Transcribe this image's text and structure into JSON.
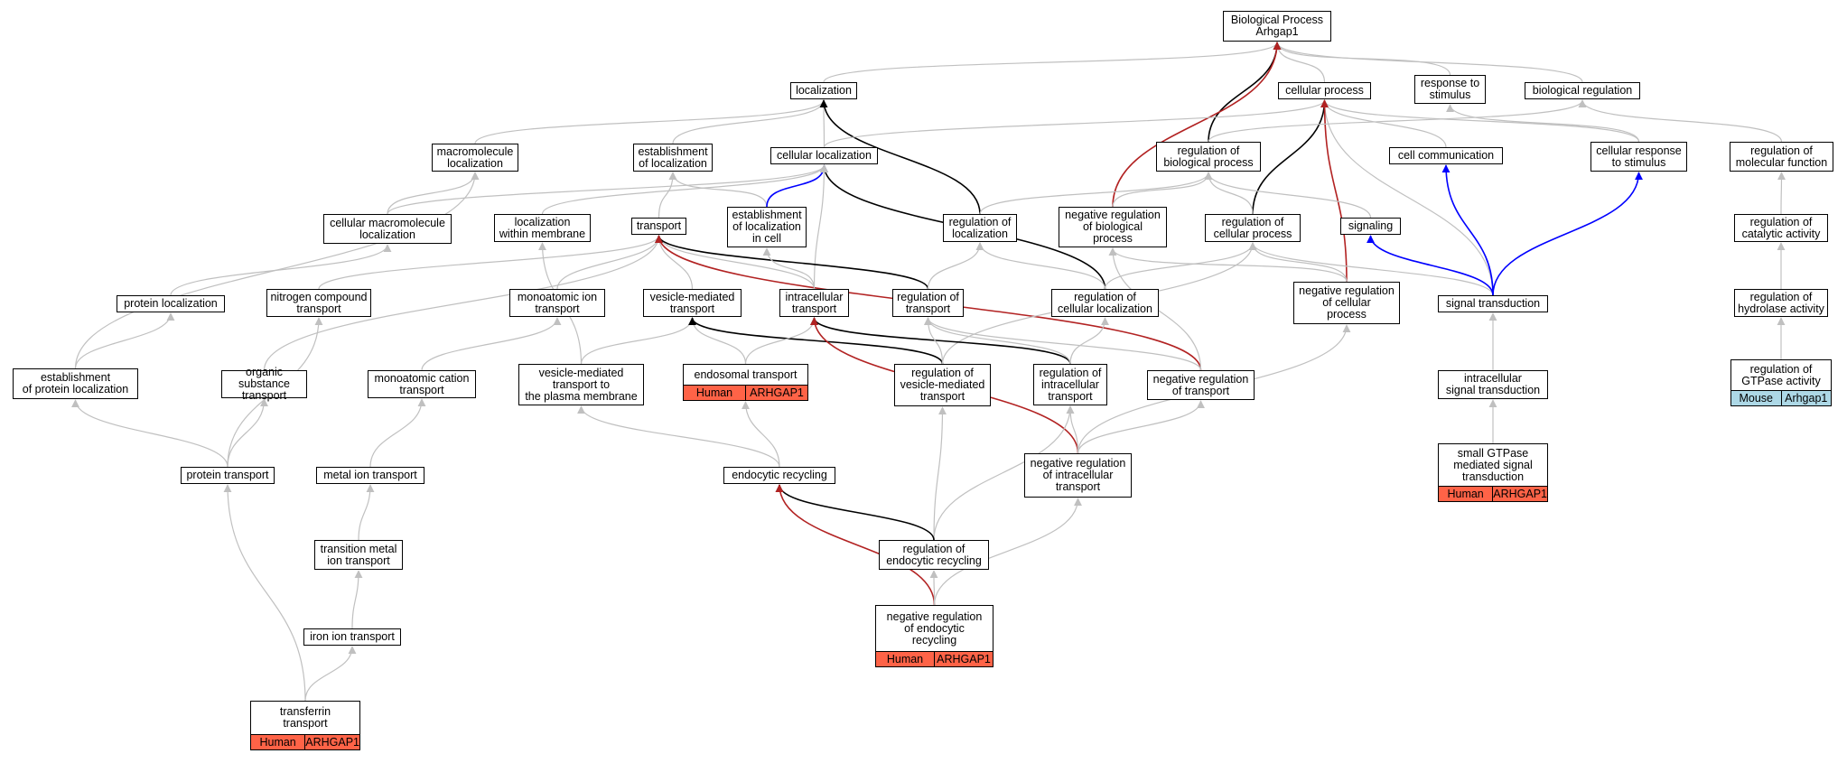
{
  "colors": {
    "grey_edge": "#c0c0c0",
    "black_edge": "#000000",
    "red_edge": "#b22222",
    "blue_edge": "#0000ff",
    "human_tag": "#ff6347",
    "mouse_tag": "#add8e6"
  },
  "nodes": [
    {
      "id": "bp",
      "label": "Biological Process\nArhgap1"
    },
    {
      "id": "loc",
      "label": "localization"
    },
    {
      "id": "cp",
      "label": "cellular process"
    },
    {
      "id": "rts",
      "label": "response to\nstimulus"
    },
    {
      "id": "breg",
      "label": "biological regulation"
    },
    {
      "id": "macloc",
      "label": "macromolecule\nlocalization"
    },
    {
      "id": "estloc",
      "label": "establishment\nof localization"
    },
    {
      "id": "cellloc",
      "label": "cellular localization"
    },
    {
      "id": "rbp",
      "label": "regulation of\nbiological process"
    },
    {
      "id": "cc",
      "label": "cell communication"
    },
    {
      "id": "crs",
      "label": "cellular response\nto stimulus"
    },
    {
      "id": "rmf",
      "label": "regulation of\nmolecular function"
    },
    {
      "id": "cmacloc",
      "label": "cellular macromolecule\nlocalization"
    },
    {
      "id": "locmem",
      "label": "localization\nwithin membrane"
    },
    {
      "id": "transport",
      "label": "transport"
    },
    {
      "id": "estcell",
      "label": "establishment\nof localization\nin cell"
    },
    {
      "id": "rloc",
      "label": "regulation of\nlocalization"
    },
    {
      "id": "nrbp",
      "label": "negative regulation\nof biological\nprocess"
    },
    {
      "id": "rcp",
      "label": "regulation of\ncellular process"
    },
    {
      "id": "signaling",
      "label": "signaling"
    },
    {
      "id": "rca",
      "label": "regulation of\ncatalytic activity"
    },
    {
      "id": "protloc",
      "label": "protein localization"
    },
    {
      "id": "nct",
      "label": "nitrogen compound\ntransport"
    },
    {
      "id": "mit",
      "label": "monoatomic ion\ntransport"
    },
    {
      "id": "vmt",
      "label": "vesicle-mediated\ntransport"
    },
    {
      "id": "intra",
      "label": "intracellular\ntransport"
    },
    {
      "id": "rtrans",
      "label": "regulation of\ntransport"
    },
    {
      "id": "rcl",
      "label": "regulation of\ncellular localization"
    },
    {
      "id": "nrcp",
      "label": "negative regulation\nof cellular\nprocess"
    },
    {
      "id": "sigtrans",
      "label": "signal transduction"
    },
    {
      "id": "rha",
      "label": "regulation of\nhydrolase activity"
    },
    {
      "id": "estprot",
      "label": "establishment\nof protein localization"
    },
    {
      "id": "ost",
      "label": "organic substance\ntransport"
    },
    {
      "id": "mct",
      "label": "monoatomic cation\ntransport"
    },
    {
      "id": "vmtpm",
      "label": "vesicle-mediated\ntransport to\nthe plasma membrane"
    },
    {
      "id": "endo",
      "label": "endosomal transport",
      "tags": [
        "Human",
        "ARHGAP1"
      ]
    },
    {
      "id": "rvmt",
      "label": "regulation of\nvesicle-mediated\ntransport"
    },
    {
      "id": "rit",
      "label": "regulation of\nintracellular\ntransport"
    },
    {
      "id": "nrt",
      "label": "negative regulation\nof transport"
    },
    {
      "id": "ist",
      "label": "intracellular\nsignal transduction"
    },
    {
      "id": "rga",
      "label": "regulation of\nGTPase activity",
      "tags": [
        "Mouse",
        "Arhgap1"
      ]
    },
    {
      "id": "pt",
      "label": "protein transport"
    },
    {
      "id": "mit2",
      "label": "metal ion transport"
    },
    {
      "id": "er",
      "label": "endocytic recycling"
    },
    {
      "id": "nrit",
      "label": "negative regulation\nof intracellular\ntransport"
    },
    {
      "id": "sgtp",
      "label": "small GTPase\nmediated signal\ntransduction",
      "tags": [
        "Human",
        "ARHGAP1"
      ]
    },
    {
      "id": "tmit",
      "label": "transition metal\nion transport"
    },
    {
      "id": "rer",
      "label": "regulation of\nendocytic recycling"
    },
    {
      "id": "iit",
      "label": "iron ion transport"
    },
    {
      "id": "nrer",
      "label": "negative regulation\nof endocytic\nrecycling",
      "tags": [
        "Human",
        "ARHGAP1"
      ]
    },
    {
      "id": "tf",
      "label": "transferrin\ntransport",
      "tags": [
        "Human",
        "ARHGAP1"
      ]
    }
  ],
  "edges": [
    {
      "from": "loc",
      "to": "bp",
      "color": "grey"
    },
    {
      "from": "cp",
      "to": "bp",
      "color": "grey"
    },
    {
      "from": "rts",
      "to": "bp",
      "color": "grey"
    },
    {
      "from": "breg",
      "to": "bp",
      "color": "grey"
    },
    {
      "from": "rbp",
      "to": "bp",
      "color": "black"
    },
    {
      "from": "nrbp",
      "to": "bp",
      "color": "red"
    },
    {
      "from": "macloc",
      "to": "loc",
      "color": "grey"
    },
    {
      "from": "estloc",
      "to": "loc",
      "color": "grey"
    },
    {
      "from": "cellloc",
      "to": "loc",
      "color": "grey"
    },
    {
      "from": "rloc",
      "to": "loc",
      "color": "black"
    },
    {
      "from": "cellloc",
      "to": "cp",
      "color": "grey"
    },
    {
      "from": "rcp",
      "to": "cp",
      "color": "black"
    },
    {
      "from": "cc",
      "to": "cp",
      "color": "grey"
    },
    {
      "from": "crs",
      "to": "cp",
      "color": "grey"
    },
    {
      "from": "sigtrans",
      "to": "cp",
      "color": "grey"
    },
    {
      "from": "nrcp",
      "to": "cp",
      "color": "red"
    },
    {
      "from": "crs",
      "to": "rts",
      "color": "grey"
    },
    {
      "from": "rbp",
      "to": "breg",
      "color": "grey"
    },
    {
      "from": "rmf",
      "to": "breg",
      "color": "grey"
    },
    {
      "from": "cmacloc",
      "to": "macloc",
      "color": "grey"
    },
    {
      "from": "estprot",
      "to": "macloc",
      "color": "grey"
    },
    {
      "from": "transport",
      "to": "estloc",
      "color": "grey"
    },
    {
      "from": "estcell",
      "to": "estloc",
      "color": "grey"
    },
    {
      "from": "cmacloc",
      "to": "cellloc",
      "color": "grey"
    },
    {
      "from": "estcell",
      "to": "cellloc",
      "color": "blue"
    },
    {
      "from": "rcl",
      "to": "cellloc",
      "color": "black"
    },
    {
      "from": "intra",
      "to": "cellloc",
      "color": "grey"
    },
    {
      "from": "locmem",
      "to": "cellloc",
      "color": "grey"
    },
    {
      "from": "rloc",
      "to": "rbp",
      "color": "grey"
    },
    {
      "from": "nrbp",
      "to": "rbp",
      "color": "grey"
    },
    {
      "from": "rcp",
      "to": "rbp",
      "color": "grey"
    },
    {
      "from": "signaling",
      "to": "rbp",
      "color": "grey"
    },
    {
      "from": "sigtrans",
      "to": "cc",
      "color": "blue"
    },
    {
      "from": "sigtrans",
      "to": "crs",
      "color": "blue"
    },
    {
      "from": "rca",
      "to": "rmf",
      "color": "grey"
    },
    {
      "from": "protloc",
      "to": "cmacloc",
      "color": "grey"
    },
    {
      "from": "vmtpm",
      "to": "locmem",
      "color": "grey"
    },
    {
      "from": "nct",
      "to": "transport",
      "color": "grey"
    },
    {
      "from": "mit",
      "to": "transport",
      "color": "grey"
    },
    {
      "from": "vmt",
      "to": "transport",
      "color": "grey"
    },
    {
      "from": "intra",
      "to": "transport",
      "color": "grey"
    },
    {
      "from": "ost",
      "to": "transport",
      "color": "grey"
    },
    {
      "from": "rtrans",
      "to": "transport",
      "color": "black"
    },
    {
      "from": "nrt",
      "to": "transport",
      "color": "red"
    },
    {
      "from": "intra",
      "to": "estcell",
      "color": "grey"
    },
    {
      "from": "rtrans",
      "to": "rloc",
      "color": "grey"
    },
    {
      "from": "rcl",
      "to": "rloc",
      "color": "grey"
    },
    {
      "from": "nrcp",
      "to": "nrbp",
      "color": "grey"
    },
    {
      "from": "nrt",
      "to": "nrbp",
      "color": "grey"
    },
    {
      "from": "rcl",
      "to": "rcp",
      "color": "grey"
    },
    {
      "from": "nrcp",
      "to": "rcp",
      "color": "grey"
    },
    {
      "from": "sigtrans",
      "to": "rcp",
      "color": "grey"
    },
    {
      "from": "rvmt",
      "to": "rcp",
      "color": "grey"
    },
    {
      "from": "sigtrans",
      "to": "signaling",
      "color": "blue"
    },
    {
      "from": "rha",
      "to": "rca",
      "color": "grey"
    },
    {
      "from": "estprot",
      "to": "protloc",
      "color": "grey"
    },
    {
      "from": "pt",
      "to": "nct",
      "color": "grey"
    },
    {
      "from": "mct",
      "to": "mit",
      "color": "grey"
    },
    {
      "from": "vmtpm",
      "to": "vmt",
      "color": "grey"
    },
    {
      "from": "endo",
      "to": "vmt",
      "color": "grey"
    },
    {
      "from": "rvmt",
      "to": "vmt",
      "color": "black"
    },
    {
      "from": "endo",
      "to": "intra",
      "color": "grey"
    },
    {
      "from": "rit",
      "to": "intra",
      "color": "black"
    },
    {
      "from": "nrit",
      "to": "intra",
      "color": "red"
    },
    {
      "from": "rvmt",
      "to": "rtrans",
      "color": "grey"
    },
    {
      "from": "rit",
      "to": "rtrans",
      "color": "grey"
    },
    {
      "from": "nrt",
      "to": "rtrans",
      "color": "grey"
    },
    {
      "from": "rit",
      "to": "rcl",
      "color": "grey"
    },
    {
      "from": "nrit",
      "to": "nrcp",
      "color": "grey"
    },
    {
      "from": "ist",
      "to": "sigtrans",
      "color": "grey"
    },
    {
      "from": "rga",
      "to": "rha",
      "color": "grey"
    },
    {
      "from": "pt",
      "to": "estprot",
      "color": "grey"
    },
    {
      "from": "pt",
      "to": "ost",
      "color": "grey"
    },
    {
      "from": "mit2",
      "to": "mct",
      "color": "grey"
    },
    {
      "from": "er",
      "to": "vmtpm",
      "color": "grey"
    },
    {
      "from": "er",
      "to": "endo",
      "color": "grey"
    },
    {
      "from": "rer",
      "to": "rvmt",
      "color": "grey"
    },
    {
      "from": "rer",
      "to": "rit",
      "color": "grey"
    },
    {
      "from": "nrit",
      "to": "rit",
      "color": "grey"
    },
    {
      "from": "nrit",
      "to": "nrt",
      "color": "grey"
    },
    {
      "from": "sgtp",
      "to": "ist",
      "color": "grey"
    },
    {
      "from": "tf",
      "to": "pt",
      "color": "grey"
    },
    {
      "from": "tmit",
      "to": "mit2",
      "color": "grey"
    },
    {
      "from": "rer",
      "to": "er",
      "color": "black"
    },
    {
      "from": "nrer",
      "to": "er",
      "color": "red"
    },
    {
      "from": "nrer",
      "to": "nrit",
      "color": "grey"
    },
    {
      "from": "iit",
      "to": "tmit",
      "color": "grey"
    },
    {
      "from": "nrer",
      "to": "rer",
      "color": "grey"
    },
    {
      "from": "tf",
      "to": "iit",
      "color": "grey"
    }
  ]
}
